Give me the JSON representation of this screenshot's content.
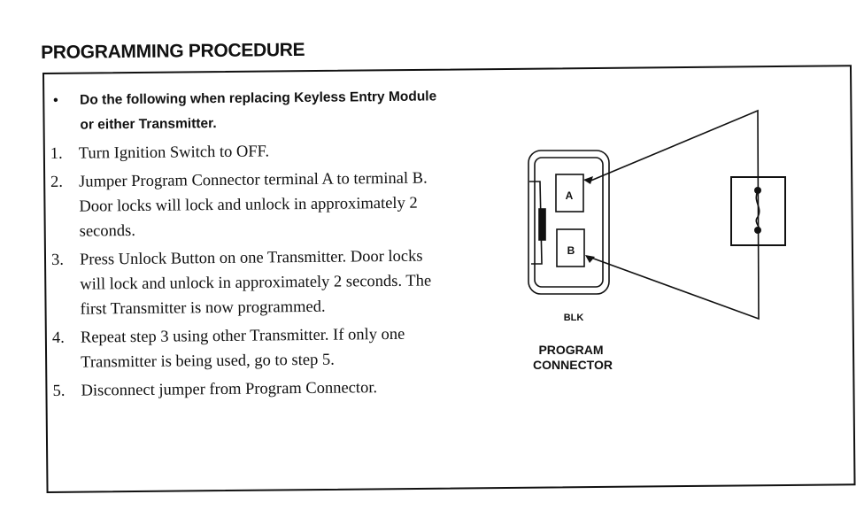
{
  "title": "PROGRAMMING PROCEDURE",
  "note": {
    "bullet": "•",
    "text": "Do the following when replacing Keyless Entry Module or either Transmitter."
  },
  "steps": [
    {
      "number": "1.",
      "text": "Turn Ignition Switch to OFF."
    },
    {
      "number": "2.",
      "text": "Jumper Program Connector terminal A to terminal B. Door locks will lock and unlock in approximately 2 seconds."
    },
    {
      "number": "3.",
      "text": "Press Unlock Button on one Transmitter. Door locks will lock and unlock in approximately 2 seconds. The first Transmitter is now programmed."
    },
    {
      "number": "4.",
      "text": "Repeat step 3 using other Transmitter. If only one Transmitter is being used, go to step 5."
    },
    {
      "number": "5.",
      "text": "Disconnect jumper from Program Connector."
    }
  ],
  "diagram": {
    "terminal_a": "A",
    "terminal_b": "B",
    "wire_color": "BLK",
    "caption_line1": "PROGRAM",
    "caption_line2": "CONNECTOR"
  }
}
